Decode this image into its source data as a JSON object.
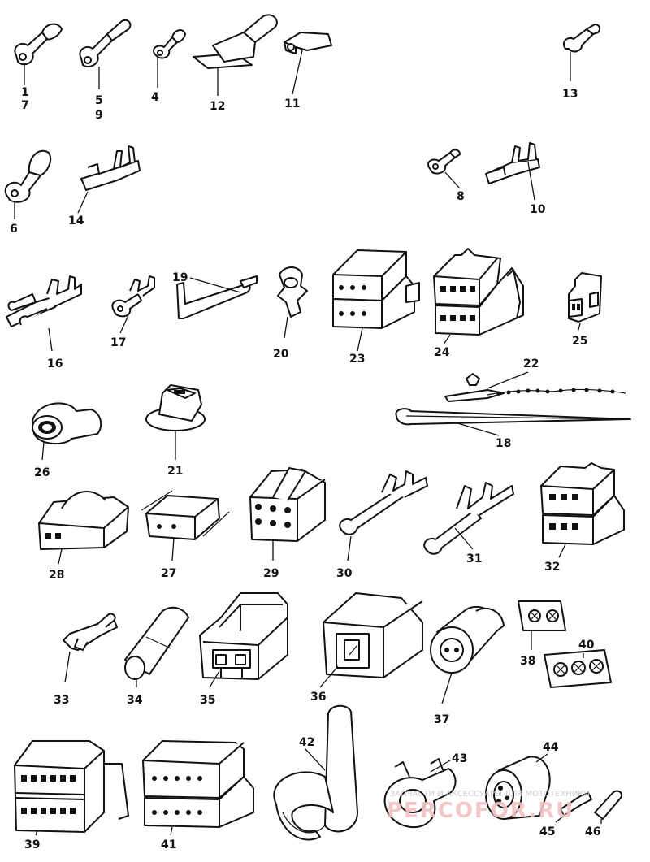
{
  "callouts": {
    "c1": "1",
    "c7": "7",
    "c5": "5",
    "c9": "9",
    "c4": "4",
    "c12": "12",
    "c11": "11",
    "c13": "13",
    "c6": "6",
    "c14": "14",
    "c8": "8",
    "c10": "10",
    "c16": "16",
    "c17": "17",
    "c19": "19",
    "c20": "20",
    "c23": "23",
    "c24": "24",
    "c25": "25",
    "c22": "22",
    "c18": "18",
    "c26": "26",
    "c21": "21",
    "c28": "28",
    "c27": "27",
    "c29": "29",
    "c30": "30",
    "c31": "31",
    "c32": "32",
    "c33": "33",
    "c34": "34",
    "c35": "35",
    "c36": "36",
    "c37": "37",
    "c38": "38",
    "c40": "40",
    "c39": "39",
    "c41": "41",
    "c42": "42",
    "c43": "43",
    "c44": "44",
    "c45": "45",
    "c46": "46"
  },
  "watermark": {
    "line1": "ЗАПЧАСТИ И АКСЕССУАРЫ ДЛЯ МОТОТЕХНИКИ",
    "line2": "PERCOFOR.RU"
  },
  "colors": {
    "ink": "#111111",
    "watermark_line1": "#c9c9c9",
    "watermark_line2": "#f2c2c2"
  }
}
